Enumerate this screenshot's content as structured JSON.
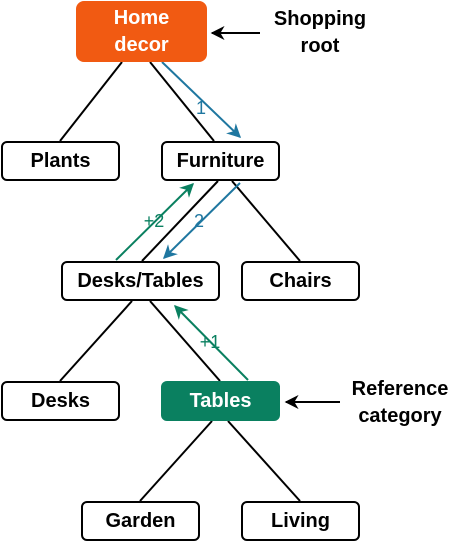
{
  "colors": {
    "root": "#f15a12",
    "reference": "#0a8060",
    "down_arrow": "#1f77a0",
    "up_arrow": "#0a8060",
    "line": "#000000"
  },
  "nodes": {
    "home_decor": "Home\ndecor",
    "plants": "Plants",
    "furniture": "Furniture",
    "desks_tables": "Desks/Tables",
    "chairs": "Chairs",
    "desks": "Desks",
    "tables": "Tables",
    "garden": "Garden",
    "living": "Living"
  },
  "annotations": {
    "shopping_root": "Shopping\nroot",
    "reference_category": "Reference\ncategory"
  },
  "steps": {
    "down_1": "1",
    "down_2": "2",
    "up_1": "+1",
    "up_2": "+2"
  }
}
